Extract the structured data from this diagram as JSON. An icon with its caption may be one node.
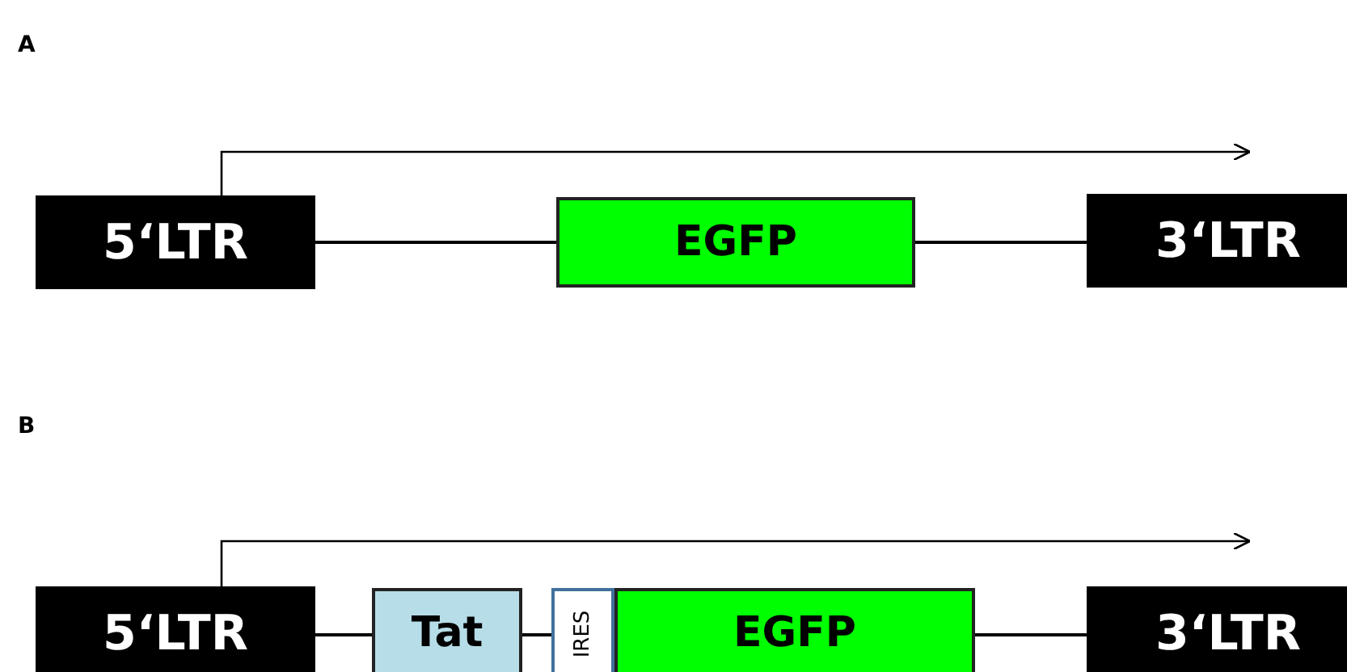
{
  "diagram": {
    "nodes": [
      {
        "text": [
          "5‘LTR"
        ]
      },
      {
        "text": [
          "EGFP"
        ]
      },
      {
        "text": [
          "3‘LTR"
        ]
      },
      {
        "text": [
          "5‘LTR"
        ]
      },
      {
        "text": [
          "Tat"
        ]
      },
      {
        "text": [
          "IRES"
        ]
      },
      {
        "text": [
          "EGFP"
        ]
      },
      {
        "text": [
          "3‘LTR"
        ]
      }
    ],
    "edges": [
      {
        "from": 0,
        "to": 1,
        "arrow": "none"
      },
      {
        "from": 1,
        "to": 2,
        "arrow": "none"
      },
      {
        "from": 0,
        "to": null,
        "arrow": "to"
      },
      {
        "from": 3,
        "to": 4,
        "arrow": "none"
      },
      {
        "from": 4,
        "to": 5,
        "arrow": "none"
      },
      {
        "from": 6,
        "to": 7,
        "arrow": "none"
      },
      {
        "from": 3,
        "to": null,
        "arrow": "to"
      }
    ],
    "labels": [
      "A",
      "B"
    ]
  }
}
